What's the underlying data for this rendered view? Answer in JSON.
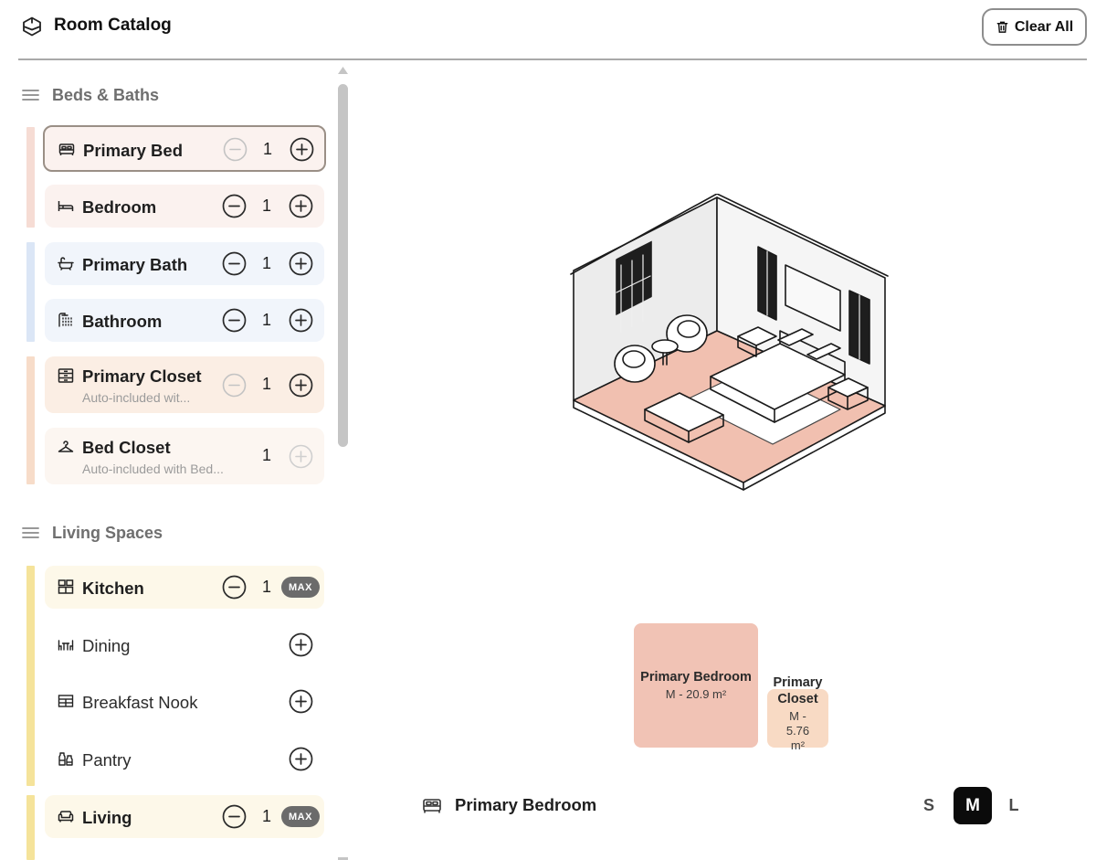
{
  "app": {
    "title": "Room Catalog",
    "clear_label": "Clear All"
  },
  "sections": [
    {
      "title": "Beds & Baths",
      "rooms": [
        {
          "label": "Primary Bed",
          "count": "1",
          "selected": true,
          "icon": "bed-icon"
        },
        {
          "label": "Bedroom",
          "count": "1",
          "icon": "bed-single-icon"
        },
        {
          "label": "Primary Bath",
          "count": "1",
          "icon": "bathtub-icon"
        },
        {
          "label": "Bathroom",
          "count": "1",
          "icon": "shower-icon"
        },
        {
          "label": "Primary Closet",
          "count": "1",
          "subtitle": "Auto-included wit...",
          "icon": "closet-icon"
        },
        {
          "label": "Bed Closet",
          "count": "1",
          "subtitle": "Auto-included with Bed...",
          "icon": "hanger-icon"
        }
      ]
    },
    {
      "title": "Living Spaces",
      "rooms": [
        {
          "label": "Kitchen",
          "count": "1",
          "badge": "MAX",
          "icon": "kitchen-icon"
        },
        {
          "label": "Dining",
          "icon": "dining-icon"
        },
        {
          "label": "Breakfast Nook",
          "icon": "nook-icon"
        },
        {
          "label": "Pantry",
          "icon": "pantry-icon"
        },
        {
          "label": "Living",
          "count": "1",
          "badge": "MAX",
          "icon": "sofa-icon"
        }
      ]
    }
  ],
  "plan": {
    "blocks": [
      {
        "title": "Primary Bedroom",
        "subtitle": "M - 20.9 m²"
      },
      {
        "title": "Primary Closet",
        "subtitle": "M - 5.76 m²"
      }
    ]
  },
  "selection": {
    "title": "Primary Bedroom",
    "sizes": [
      "S",
      "M",
      "L"
    ],
    "active_size": "M"
  },
  "colors": {
    "beds_group": "#f6dcd4",
    "baths_group": "#dbe6f6",
    "closets_group": "#f7dcc9",
    "living_group": "#f5e39a",
    "bed_row": "#fbf2ef",
    "bath_row": "#f1f5fb",
    "closet_row": "#fbeee4",
    "bed_closet_row": "#fcf6f1",
    "kitchen_row": "#fdf8e9",
    "floor": "#f1c0b0",
    "bedroom_block": "#f1c3b5",
    "closet_block": "#f8dac4"
  }
}
